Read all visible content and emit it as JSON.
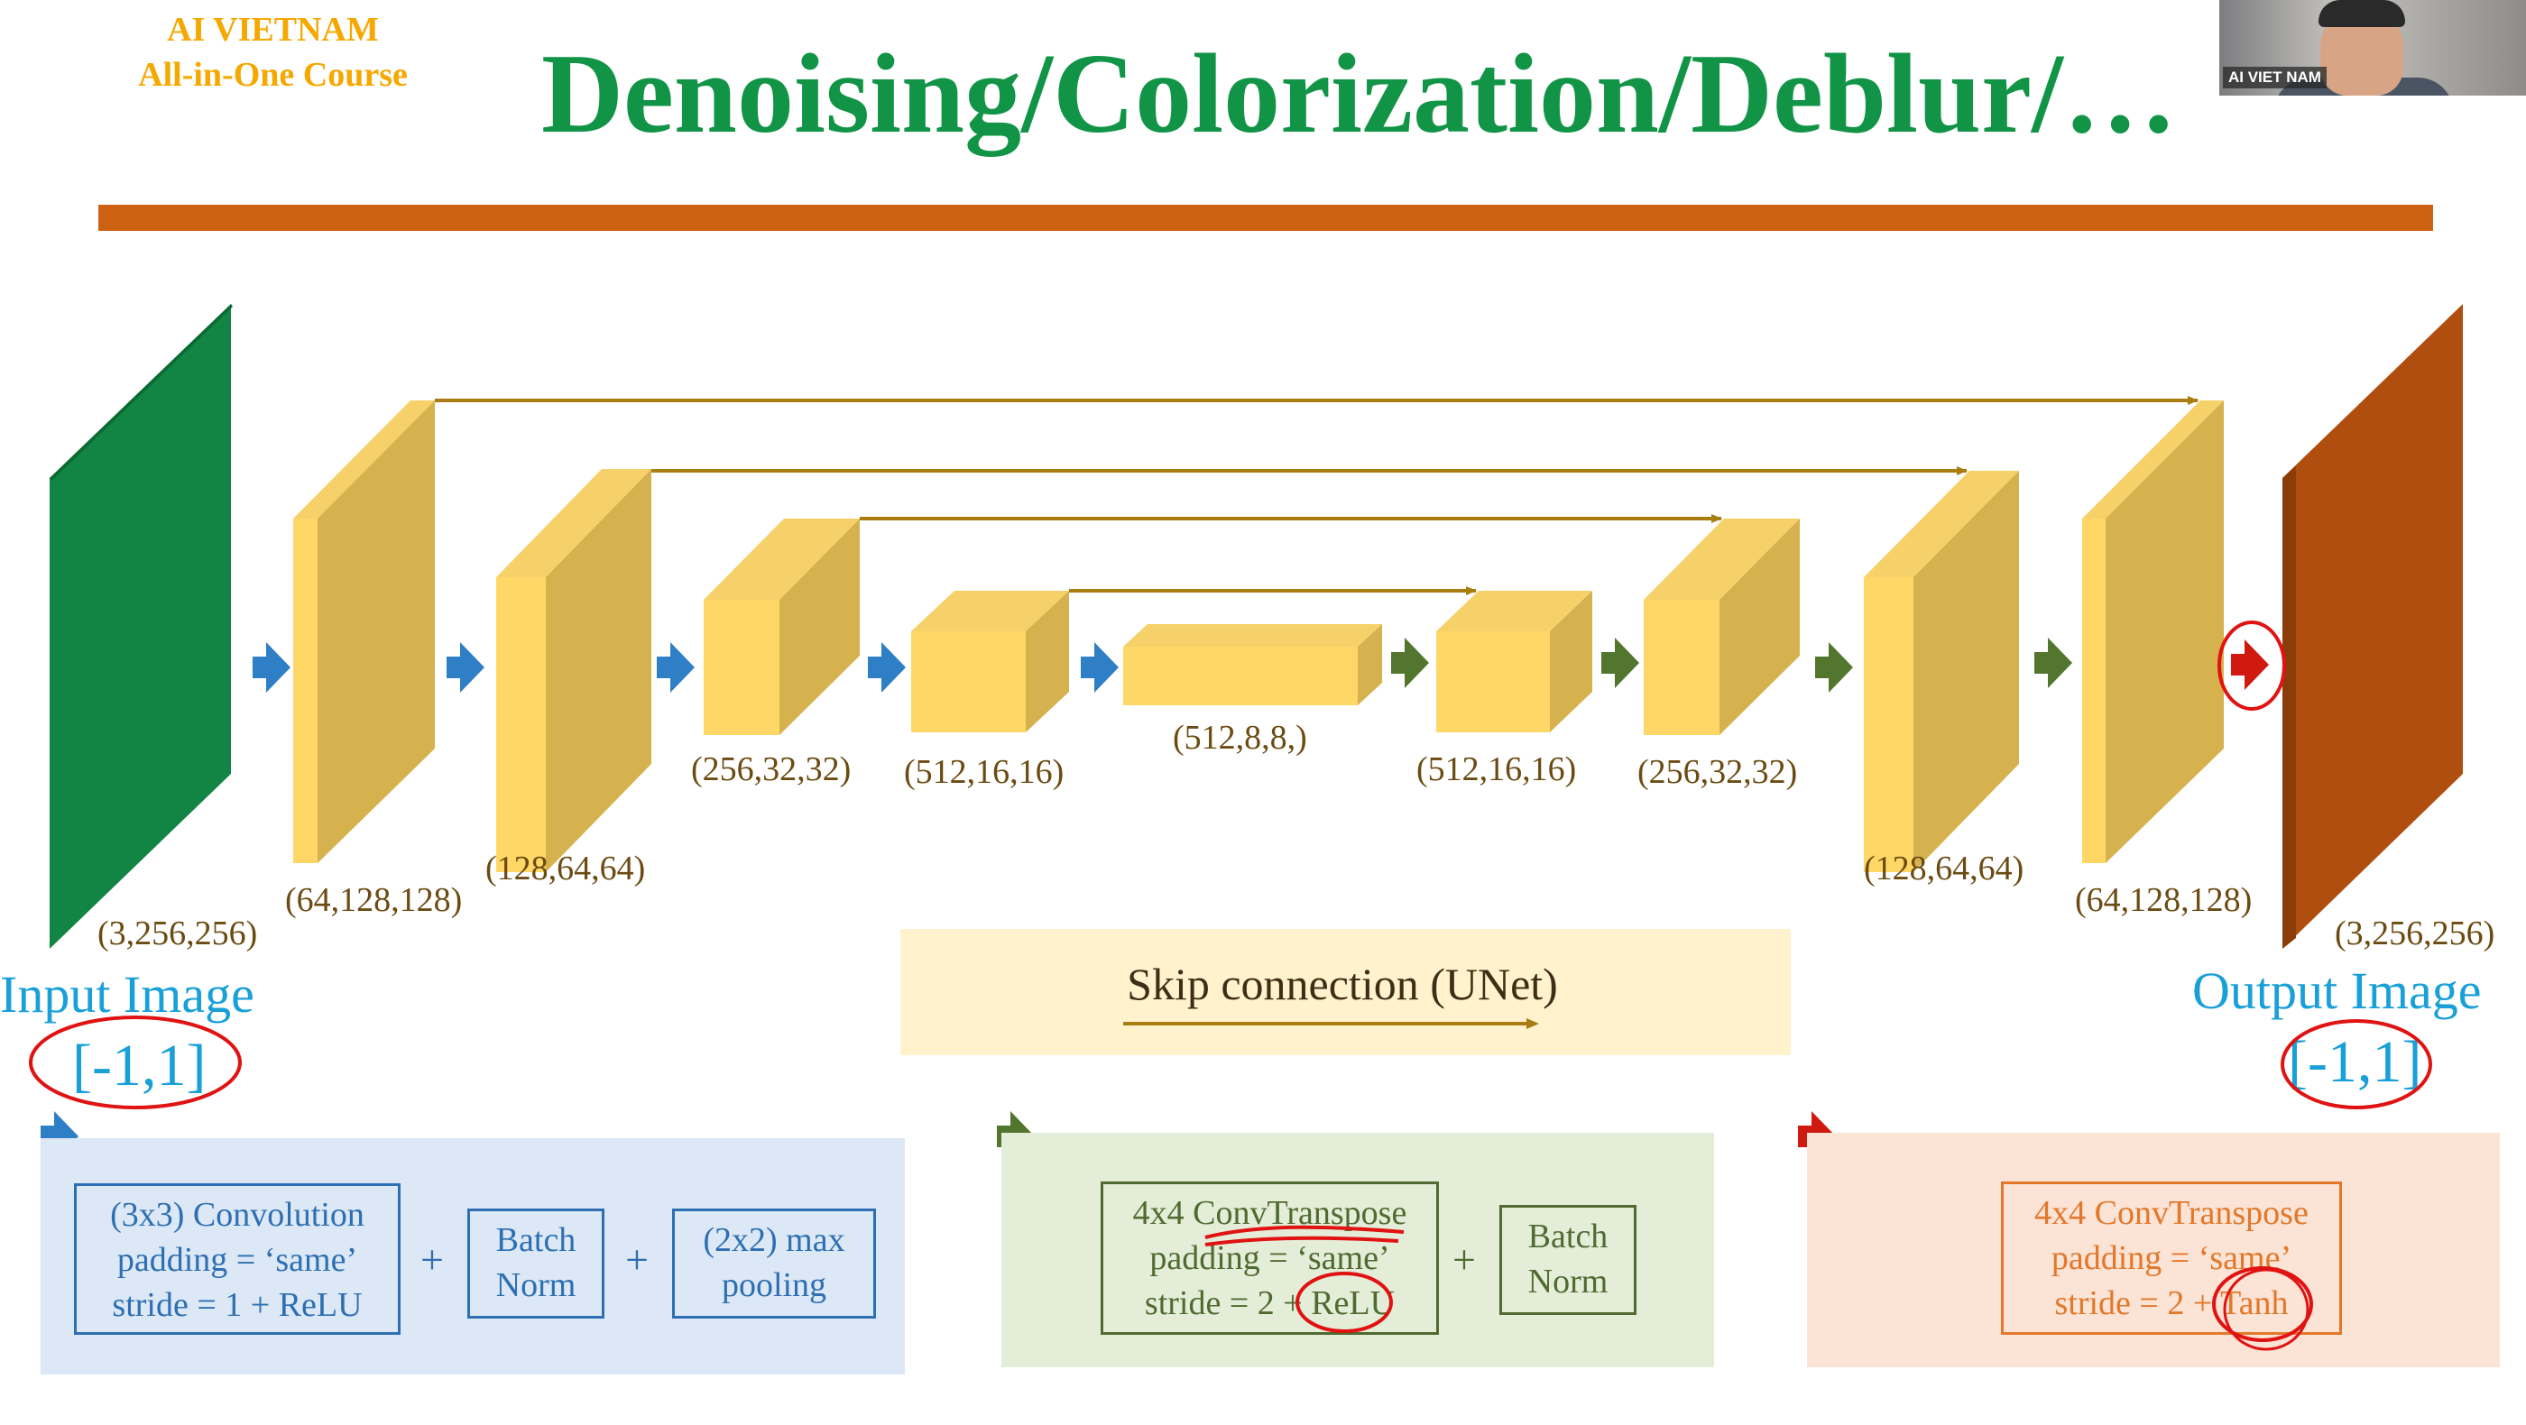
{
  "header": {
    "brand_line1": "AI VIETNAM",
    "brand_line2": "All-in-One Course",
    "title": "Denoising/Colorization/Deblur/…"
  },
  "webcam": {
    "label": "AI VIET NAM"
  },
  "diagram": {
    "input": {
      "shape": "(3,256,256)",
      "title": "Input Image",
      "range": "[-1,1]"
    },
    "output": {
      "shape": "(3,256,256)",
      "title": "Output Image",
      "range": "[-1,1]"
    },
    "encoder_shapes": [
      "(64,128,128)",
      "(128,64,64)",
      "(256,32,32)",
      "(512,16,16)"
    ],
    "bottleneck_shape": "(512,8,8,)",
    "decoder_shapes": [
      "(512,16,16)",
      "(256,32,32)",
      "(128,64,64)",
      "(64,128,128)"
    ],
    "colors": {
      "input_plane": "#128444",
      "output_plane": "#b04e0f",
      "block_front": "#ffd766",
      "block_side": "#d6b24e",
      "block_top": "#f6d169",
      "encoder_arrow": "#2f7fc6",
      "decoder_arrow": "#53762f",
      "final_arrow": "#d0190f",
      "skip_arrow": "#a97d12",
      "annotation_red": "#e01212"
    }
  },
  "skip_legend": {
    "label": "Skip connection (UNet)"
  },
  "legends": {
    "encoder": {
      "conv": [
        "(3x3) Convolution",
        "padding = ‘same’",
        "stride = 1 + ReLU"
      ],
      "batchnorm": [
        "Batch",
        "Norm"
      ],
      "pool": [
        "(2x2) max",
        "pooling"
      ],
      "plus": "+"
    },
    "decoder": {
      "convt": [
        "4x4 ConvTranspose",
        "padding = ‘same’",
        "stride = 2 + ReLU"
      ],
      "batchnorm": [
        "Batch",
        "Norm"
      ],
      "plus": "+"
    },
    "final": {
      "convt": [
        "4x4 ConvTranspose",
        "padding = ‘same’",
        "stride = 2 + Tanh"
      ]
    }
  }
}
